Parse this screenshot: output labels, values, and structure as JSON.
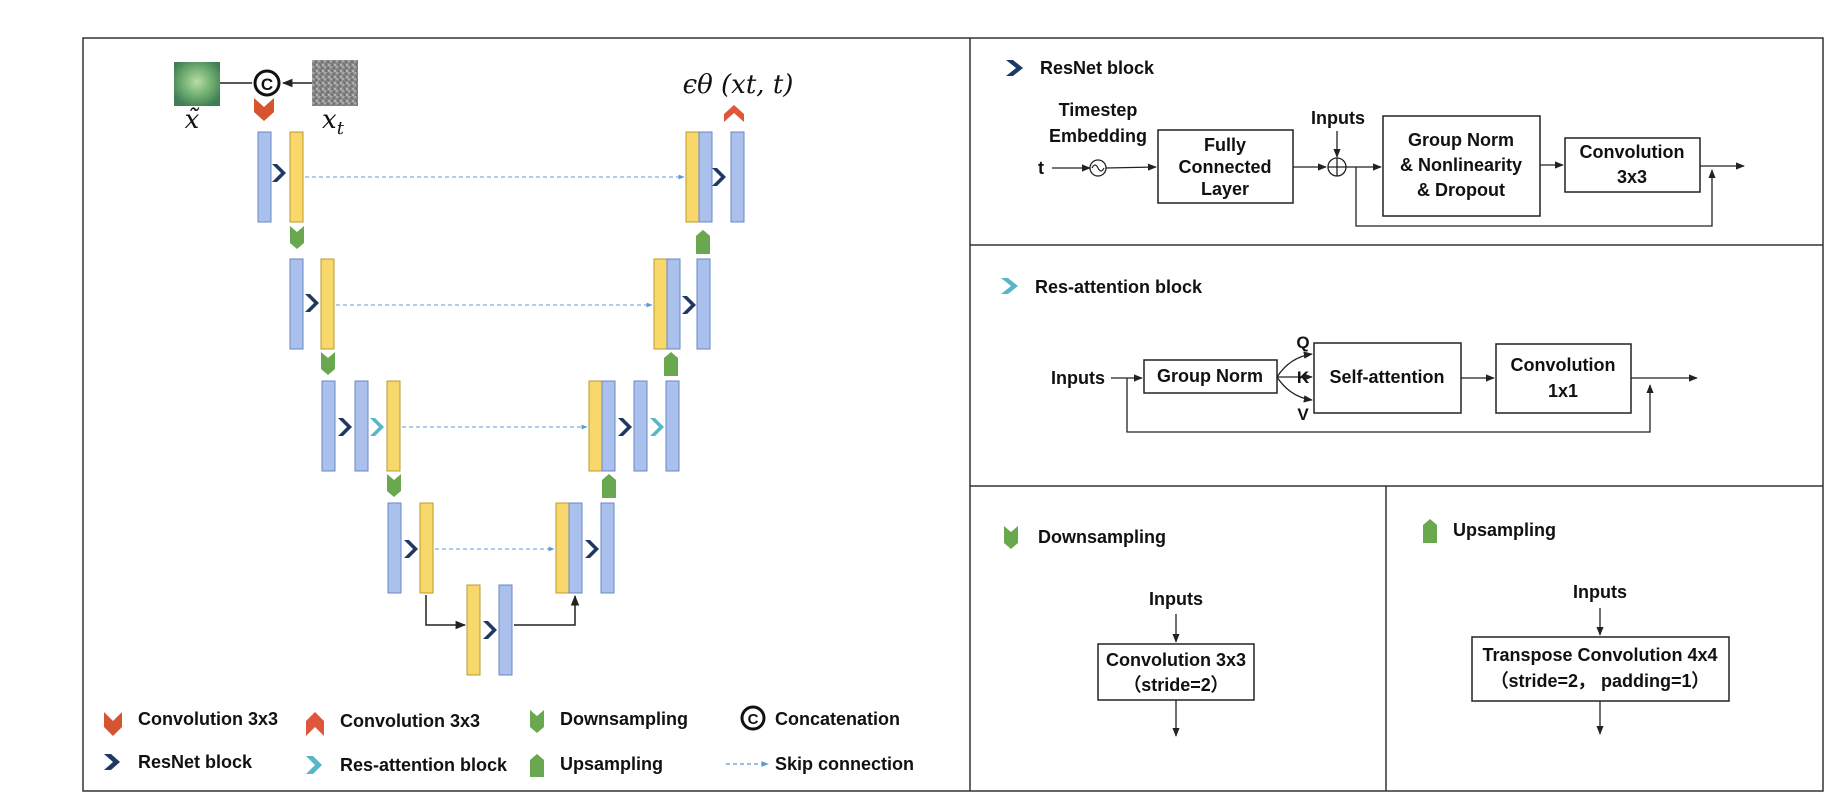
{
  "colors": {
    "conv_in": "#d6542e",
    "conv_out": "#e0563a",
    "resnet": "#1f3864",
    "res_attention": "#58b7c7",
    "down": "#6aa84f",
    "up": "#6aa84f",
    "feature_blue": "#a9c1ec",
    "feature_yellow": "#f9d86b",
    "skip": "#5b9bd5",
    "line": "#222222"
  },
  "unet": {
    "input_image_label": "x̃",
    "noise_label_base": "x",
    "noise_label_sub": "t",
    "concat_symbol": "C",
    "output_label": "ϵθ (xt, t)"
  },
  "legend": {
    "conv_in": "Convolution 3x3",
    "conv_out": "Convolution 3x3",
    "down": "Downsampling",
    "concat": "Concatenation",
    "resnet": "ResNet block",
    "res_attention": "Res-attention block",
    "up": "Upsampling",
    "skip": "Skip connection"
  },
  "resnet_block": {
    "title": "ResNet block",
    "timestep_line1": "Timestep",
    "timestep_line2": "Embedding",
    "t": "t",
    "fc_line1": "Fully",
    "fc_line2": "Connected",
    "fc_line3": "Layer",
    "inputs": "Inputs",
    "gn_line1": "Group Norm",
    "gn_line2": "& Nonlinearity",
    "gn_line3": "& Dropout",
    "conv_line1": "Convolution",
    "conv_line2": "3x3"
  },
  "res_attention_block": {
    "title": "Res-attention block",
    "inputs": "Inputs",
    "group_norm": "Group Norm",
    "q": "Q",
    "k": "K",
    "v": "V",
    "self_attention": "Self-attention",
    "conv_line1": "Convolution",
    "conv_line2": "1x1"
  },
  "downsampling": {
    "title": "Downsampling",
    "inputs": "Inputs",
    "line1": "Convolution 3x3",
    "line2": "（stride=2）"
  },
  "upsampling": {
    "title": "Upsampling",
    "inputs": "Inputs",
    "line1": "Transpose Convolution 4x4",
    "line2": "（stride=2， padding=1）"
  }
}
